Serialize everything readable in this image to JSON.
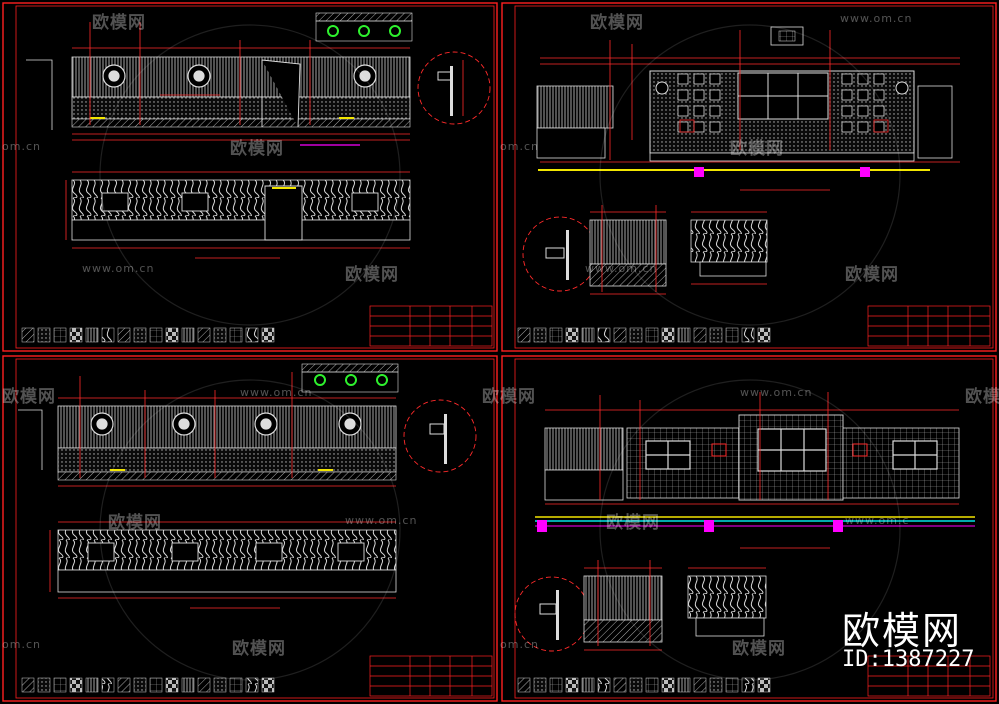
{
  "watermark": {
    "site_name": "欧模网",
    "url": "www.om.cn",
    "url_short": "om.cn",
    "url_partial": "www.om.c"
  },
  "brand": {
    "name": "欧模网",
    "id_label": "ID:1387227"
  },
  "colors": {
    "background": "#000000",
    "frame": "#ff2020",
    "linework": "#e8e8e8",
    "dimension": "#ff2a2a",
    "accent_green": "#2ef22e",
    "accent_magenta": "#ff00ff",
    "accent_yellow": "#f2e600",
    "accent_cyan": "#00e5e5",
    "watermark": "#ffffff"
  }
}
